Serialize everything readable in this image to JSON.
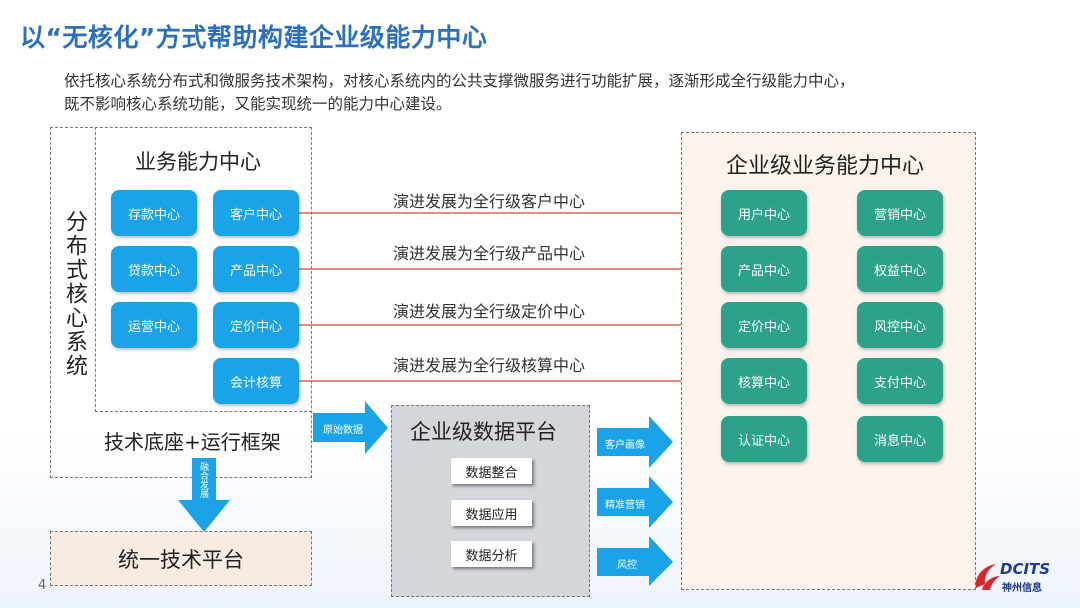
{
  "title": "以“无核化”方式帮助构建企业级能力中心",
  "description": [
    "依托核心系统分布式和微服务技术架构，对核心系统内的公共支撑微服务进行功能扩展，逐渐形成全行级能力中心，",
    "既不影响核心系统功能，又能实现统一的能力中心建设。"
  ],
  "core_system": {
    "vertical_label": "分布式核心系统",
    "business_center_title": "业务能力中心",
    "left_items": [
      "存款中心",
      "贷款中心",
      "运营中心"
    ],
    "right_items": [
      "客户中心",
      "产品中心",
      "定价中心",
      "会计核算"
    ],
    "tech_base": "技术底座+运行框架"
  },
  "evolution_labels": [
    "演进发展为全行级客户中心",
    "演进发展为全行级产品中心",
    "演进发展为全行级定价中心",
    "演进发展为全行级核算中心"
  ],
  "down_arrow_label": "融合发展",
  "unified_platform": "统一技术平台",
  "raw_data_label": "原始数据",
  "data_platform": {
    "title": "企业级数据平台",
    "items": [
      "数据整合",
      "数据应用",
      "数据分析"
    ]
  },
  "output_arrows": [
    "客户画像",
    "精准营销",
    "风控"
  ],
  "enterprise_center": {
    "title": "企业级业务能力中心",
    "left_items": [
      "用户中心",
      "产品中心",
      "定价中心",
      "核算中心",
      "认证中心"
    ],
    "right_items": [
      "营销中心",
      "权益中心",
      "风控中心",
      "支付中心",
      "消息中心"
    ]
  },
  "logo": {
    "text": "DCITS",
    "subtext": "神州信息"
  },
  "page_number": "4",
  "colors": {
    "title": "#2a6fc0",
    "blue_button": "#1aa3e8",
    "green_button": "#2aa38a",
    "arrow_red": "#d9433b",
    "arrow_blue": "#1aa3e8",
    "data_platform_bg": "#d3d6db",
    "enterprise_bg": "#fbf3ec"
  }
}
